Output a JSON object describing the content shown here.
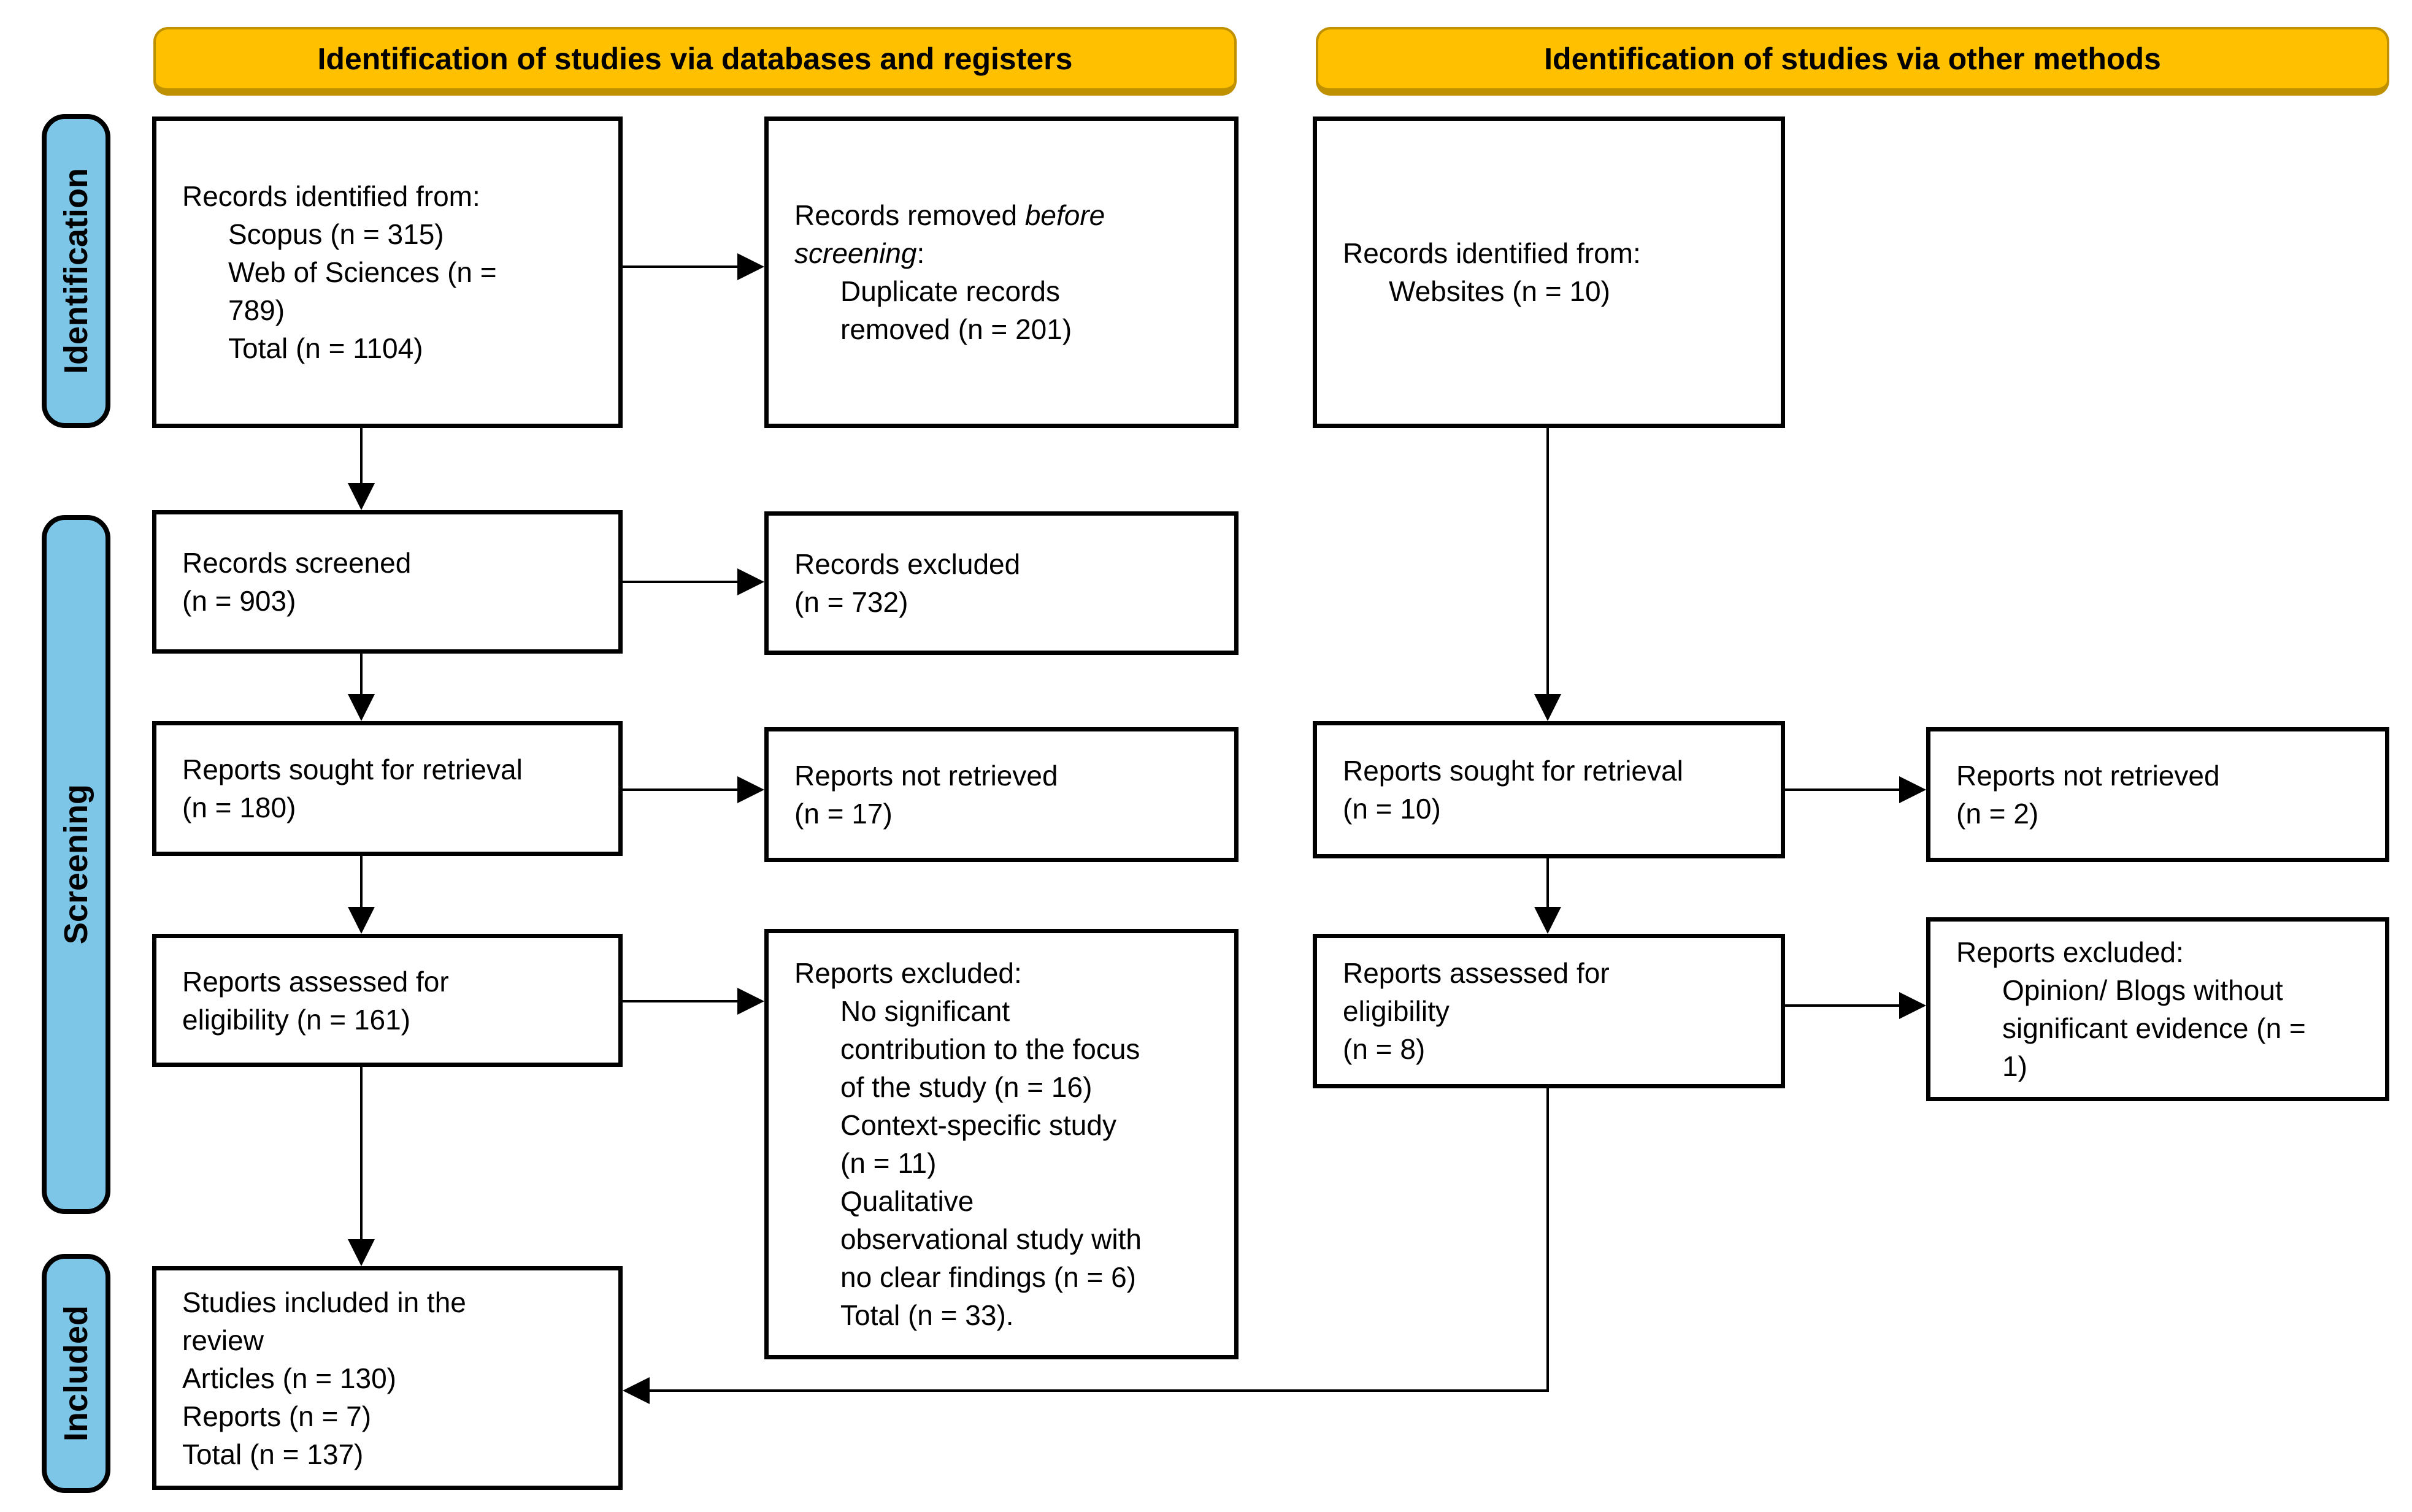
{
  "banners": {
    "databases": "Identification of studies via databases and registers",
    "other": "Identification of studies via other methods"
  },
  "stages": {
    "identification": "Identification",
    "screening": "Screening",
    "included": "Included"
  },
  "colors": {
    "banner_fill": "#FFC000",
    "banner_border": "#BF9000",
    "stage_fill": "#7DC6E8",
    "box_border": "#000000",
    "background": "#FFFFFF"
  },
  "boxes": {
    "records_identified_databases": {
      "lines": [
        {
          "indent": 0,
          "segments": [
            {
              "text": "Records identified from:"
            }
          ]
        },
        {
          "indent": 1,
          "segments": [
            {
              "text": "Scopus (n = 315)"
            }
          ]
        },
        {
          "indent": 1,
          "segments": [
            {
              "text": "Web of Sciences (n ="
            }
          ]
        },
        {
          "indent": 1,
          "segments": [
            {
              "text": "789)"
            }
          ]
        },
        {
          "indent": 1,
          "segments": [
            {
              "text": "Total (n = 1104)"
            }
          ]
        }
      ]
    },
    "records_removed": {
      "lines": [
        {
          "indent": 0,
          "segments": [
            {
              "text": "Records removed "
            },
            {
              "text": "before",
              "italic": true
            }
          ]
        },
        {
          "indent": 0,
          "segments": [
            {
              "text": "screening",
              "italic": true
            },
            {
              "text": ":"
            }
          ]
        },
        {
          "indent": 1,
          "segments": [
            {
              "text": "Duplicate records"
            }
          ]
        },
        {
          "indent": 1,
          "segments": [
            {
              "text": "removed (n = 201)"
            }
          ]
        }
      ]
    },
    "records_identified_other": {
      "lines": [
        {
          "indent": 0,
          "segments": [
            {
              "text": "Records identified from:"
            }
          ]
        },
        {
          "indent": 1,
          "segments": [
            {
              "text": "Websites (n = 10)"
            }
          ]
        }
      ]
    },
    "records_screened": {
      "lines": [
        {
          "indent": 0,
          "segments": [
            {
              "text": "Records screened"
            }
          ]
        },
        {
          "indent": 0,
          "segments": [
            {
              "text": "(n = 903)"
            }
          ]
        }
      ]
    },
    "records_excluded": {
      "lines": [
        {
          "indent": 0,
          "segments": [
            {
              "text": "Records excluded"
            }
          ]
        },
        {
          "indent": 0,
          "segments": [
            {
              "text": "(n = 732)"
            }
          ]
        }
      ]
    },
    "reports_sought_databases": {
      "lines": [
        {
          "indent": 0,
          "segments": [
            {
              "text": "Reports sought for retrieval"
            }
          ]
        },
        {
          "indent": 0,
          "segments": [
            {
              "text": "(n = 180)"
            }
          ]
        }
      ]
    },
    "reports_not_retrieved_databases": {
      "lines": [
        {
          "indent": 0,
          "segments": [
            {
              "text": "Reports not retrieved"
            }
          ]
        },
        {
          "indent": 0,
          "segments": [
            {
              "text": "(n = 17)"
            }
          ]
        }
      ]
    },
    "reports_sought_other": {
      "lines": [
        {
          "indent": 0,
          "segments": [
            {
              "text": "Reports sought for retrieval"
            }
          ]
        },
        {
          "indent": 0,
          "segments": [
            {
              "text": "(n = 10)"
            }
          ]
        }
      ]
    },
    "reports_not_retrieved_other": {
      "lines": [
        {
          "indent": 0,
          "segments": [
            {
              "text": "Reports not retrieved"
            }
          ]
        },
        {
          "indent": 0,
          "segments": [
            {
              "text": "(n = 2)"
            }
          ]
        }
      ]
    },
    "reports_assessed_databases": {
      "lines": [
        {
          "indent": 0,
          "segments": [
            {
              "text": "Reports assessed for"
            }
          ]
        },
        {
          "indent": 0,
          "segments": [
            {
              "text": "eligibility (n = 161)"
            }
          ]
        }
      ]
    },
    "reports_excluded_databases": {
      "lines": [
        {
          "indent": 0,
          "segments": [
            {
              "text": "Reports excluded:"
            }
          ]
        },
        {
          "indent": 1,
          "segments": [
            {
              "text": "No significant"
            }
          ]
        },
        {
          "indent": 1,
          "segments": [
            {
              "text": "contribution to the focus"
            }
          ]
        },
        {
          "indent": 1,
          "segments": [
            {
              "text": "of the study (n = 16)"
            }
          ]
        },
        {
          "indent": 1,
          "segments": [
            {
              "text": "Context-specific study"
            }
          ]
        },
        {
          "indent": 1,
          "segments": [
            {
              "text": "(n = 11)"
            }
          ]
        },
        {
          "indent": 1,
          "segments": [
            {
              "text": "Qualitative"
            }
          ]
        },
        {
          "indent": 1,
          "segments": [
            {
              "text": "observational study with"
            }
          ]
        },
        {
          "indent": 1,
          "segments": [
            {
              "text": "no clear findings (n = 6)"
            }
          ]
        },
        {
          "indent": 1,
          "segments": [
            {
              "text": "Total (n = 33)."
            }
          ]
        }
      ]
    },
    "reports_assessed_other": {
      "lines": [
        {
          "indent": 0,
          "segments": [
            {
              "text": "Reports assessed for"
            }
          ]
        },
        {
          "indent": 0,
          "segments": [
            {
              "text": "eligibility"
            }
          ]
        },
        {
          "indent": 0,
          "segments": [
            {
              "text": "(n = 8)"
            }
          ]
        }
      ]
    },
    "reports_excluded_other": {
      "lines": [
        {
          "indent": 0,
          "segments": [
            {
              "text": "Reports excluded:"
            }
          ]
        },
        {
          "indent": 1,
          "segments": [
            {
              "text": "Opinion/ Blogs without"
            }
          ]
        },
        {
          "indent": 1,
          "segments": [
            {
              "text": "significant evidence (n ="
            }
          ]
        },
        {
          "indent": 1,
          "segments": [
            {
              "text": "1)"
            }
          ]
        }
      ]
    },
    "studies_included": {
      "lines": [
        {
          "indent": 0,
          "segments": [
            {
              "text": "Studies included in the"
            }
          ]
        },
        {
          "indent": 0,
          "segments": [
            {
              "text": "review"
            }
          ]
        },
        {
          "indent": 0,
          "segments": [
            {
              "text": "Articles (n = 130)"
            }
          ]
        },
        {
          "indent": 0,
          "segments": [
            {
              "text": "Reports (n = 7)"
            }
          ]
        },
        {
          "indent": 0,
          "segments": [
            {
              "text": "Total (n = 137)"
            }
          ]
        }
      ]
    }
  }
}
